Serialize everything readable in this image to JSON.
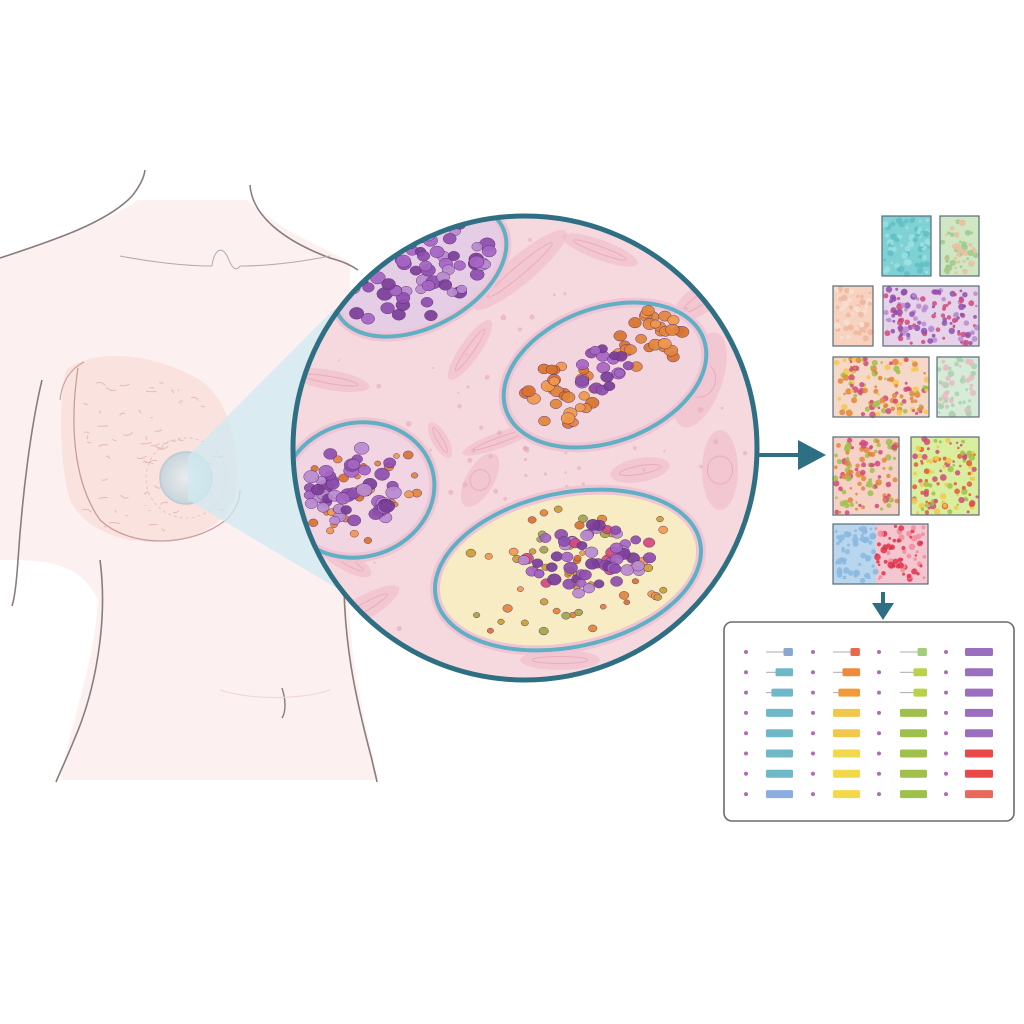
{
  "colors": {
    "background": "#ffffff",
    "body_fill": "#fbe9e6",
    "body_outline": "#8a7d7d",
    "lens_ring": "#2f6f84",
    "arrow": "#2f6f84",
    "stroma": "#f6d9de",
    "fiber": "#eeb8c6",
    "duct_outer": "#5fb0c4",
    "duct_inner": "#f3cde0",
    "cell_purple": "#8e4fae",
    "cell_purple_light": "#b98ad0",
    "cell_orange": "#e2863a",
    "cell_yellow": "#f7ecc4",
    "projection_cone": "#cfe9f2"
  },
  "panels": [
    {
      "id": "teal",
      "base": "#7fd1d4",
      "dots": [
        "#5fbfc4",
        "#9be0e0"
      ]
    },
    {
      "id": "lightgreen",
      "base": "#cfe7c3",
      "dots": [
        "#9fc98c",
        "#e8c0a0"
      ]
    },
    {
      "id": "peach",
      "base": "#f7d2bf",
      "dots": [
        "#efb79e",
        "#f6e0d4"
      ]
    },
    {
      "id": "purple",
      "base": "#e6d3ea",
      "dots": [
        "#8e4fae",
        "#b98ad0",
        "#d04a7a"
      ]
    },
    {
      "id": "mixed",
      "base": "#f5d8c8",
      "dots": [
        "#e2863a",
        "#9fc04a",
        "#d04a7a",
        "#f2c84a"
      ]
    },
    {
      "id": "mint",
      "base": "#d6ecd8",
      "dots": [
        "#a8d2ae",
        "#e9b8c4"
      ]
    },
    {
      "id": "salmon",
      "base": "#f6d1c6",
      "dots": [
        "#e2863a",
        "#9fc04a",
        "#d04a7a"
      ]
    },
    {
      "id": "green",
      "base": "#d9ee9f",
      "dots": [
        "#9fc04a",
        "#e2563a",
        "#f2c84a",
        "#d04a7a"
      ]
    },
    {
      "id": "blue-red",
      "base": "#b9d6ee",
      "dots": [
        "#e0324a",
        "#f08c9c",
        "#8ab8de"
      ]
    }
  ],
  "legend": {
    "columns": [
      {
        "bar_colors": [
          "#8aa6cf",
          "#6fb8c7",
          "#6fb8c7",
          "#6fb8c7",
          "#6fb8c7",
          "#6fb8c7",
          "#6fb8c7",
          "#8aaee2"
        ],
        "bar_widths": [
          0.35,
          0.65,
          0.8,
          1,
          1,
          1,
          1,
          1
        ]
      },
      {
        "bar_colors": [
          "#e86a4a",
          "#f08a3a",
          "#f29a3a",
          "#f2c84a",
          "#f2c84a",
          "#f2d84a",
          "#f2d84a",
          "#f2d84a"
        ],
        "bar_widths": [
          0.35,
          0.65,
          0.8,
          1,
          1,
          1,
          1,
          1
        ]
      },
      {
        "bar_colors": [
          "#a2cf7a",
          "#b8d24a",
          "#b8d24a",
          "#9fc04a",
          "#9fc04a",
          "#9fc04a",
          "#9fc04a",
          "#9fc04a"
        ],
        "bar_widths": [
          0.35,
          0.5,
          0.5,
          1,
          1,
          1,
          1,
          1
        ]
      },
      {
        "bar_colors": [
          "#9a6fc0",
          "#9a6fc0",
          "#9a6fc0",
          "#9a6fc0",
          "#9a6fc0",
          "#e84a4a",
          "#e84a4a",
          "#e86a5a"
        ],
        "bar_widths": [
          1,
          1,
          1,
          1,
          1,
          1,
          1,
          1
        ]
      }
    ],
    "dot_color": "#b06ab8"
  }
}
